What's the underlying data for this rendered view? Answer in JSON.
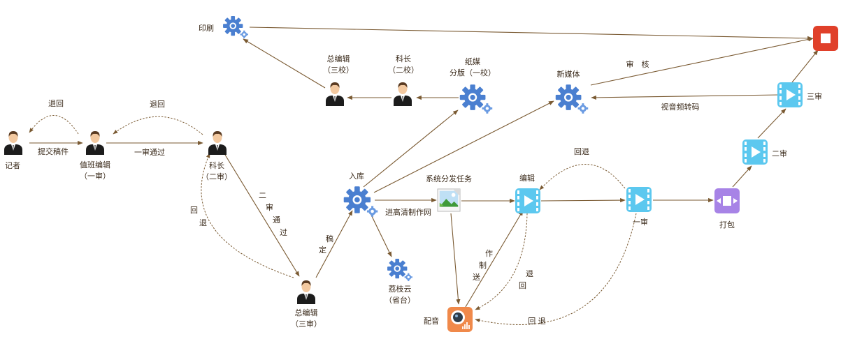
{
  "colors": {
    "arrow": "#7a5a32",
    "gear": "#4a7fd0",
    "video": "#5cc8ef",
    "pack": "#a783e6",
    "stop": "#e0402a",
    "dub": "#f0894a",
    "person_suit": "#1c1c1c",
    "person_skin": "#f3c9a0"
  },
  "nodes": {
    "reporter": "记者",
    "duty_editor": [
      "值班编辑",
      "（一审）"
    ],
    "section_chief_2": [
      "科长",
      "（二审）"
    ],
    "chief_editor_3": [
      "总编辑",
      "（三审）"
    ],
    "storage": "入库",
    "lizhi_cloud": [
      "荔枝云",
      "（省台）"
    ],
    "dispatch": "系统分发任务",
    "edit": "编辑",
    "review1": "一审",
    "pack": "打包",
    "review2": "二审",
    "review3": "三审",
    "new_media": "新媒体",
    "paper_layout": [
      "纸媒",
      "分版（一校）"
    ],
    "section_chief_print": [
      "科长",
      "（二校）"
    ],
    "chief_editor_print": [
      "总编辑",
      "（三校）"
    ],
    "print": "印刷",
    "dub": "配音"
  },
  "edges": {
    "submit": "提交稿件",
    "return_a": "退回",
    "pass1": "一审通过",
    "return_b": "退回",
    "pass2": [
      "二",
      "审",
      "通",
      "过"
    ],
    "return_c": [
      "回",
      "退"
    ],
    "finalize": [
      "稿",
      "定"
    ],
    "hd_network": "进高清制作网",
    "return_d": "回退",
    "make_send": [
      "作",
      "制",
      "送"
    ],
    "return_e": [
      "退",
      "回"
    ],
    "return_f": "回 退",
    "av_transcode": "视音频转码",
    "audit": "审　核"
  }
}
